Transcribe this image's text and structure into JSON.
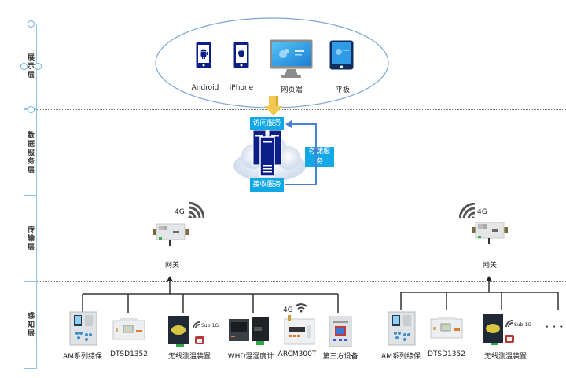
{
  "layers": [
    {
      "id": "presentation",
      "label": "展示层"
    },
    {
      "id": "data-service",
      "label": "数据服务层"
    },
    {
      "id": "transport",
      "label": "传输层"
    },
    {
      "id": "perception",
      "label": "感知层"
    }
  ],
  "presentation": {
    "clients": [
      {
        "name": "android",
        "label": "Android",
        "icon": "android-phone-icon"
      },
      {
        "name": "iphone",
        "label": "iPhone",
        "icon": "iphone-icon"
      },
      {
        "name": "web",
        "label": "网页端",
        "icon": "monitor-icon"
      },
      {
        "name": "tablet",
        "label": "平板",
        "icon": "tablet-icon"
      }
    ]
  },
  "data_service": {
    "access_service": "访问服务",
    "storage_service": "存储服务",
    "receive_service": "接收服务"
  },
  "transport": {
    "gateways": [
      {
        "label": "网关",
        "signal": "4G"
      },
      {
        "label": "网关",
        "signal": "4G"
      }
    ]
  },
  "perception": {
    "group1": [
      {
        "label": "AM系列综保"
      },
      {
        "label": "DTSD1352"
      },
      {
        "label": "无线测温装置",
        "signal": "Sub-1G"
      },
      {
        "label": "WHD温湿度计"
      },
      {
        "label": "ARCM300T",
        "signal": "4G"
      },
      {
        "label": "第三方设备"
      }
    ],
    "group2": [
      {
        "label": "AM系列综保"
      },
      {
        "label": "DTSD1352"
      },
      {
        "label": "无线测温装置",
        "signal": "Sub-1G"
      }
    ],
    "more": "· · ·"
  },
  "colors": {
    "service_blue": "#12a8e6",
    "device_navy": "#0b1f8a",
    "ellipse_stroke": "#7aa6d6",
    "arrow_blue": "#4a7fd6",
    "down_arrow_yellow": "#f1c850",
    "layer_border": "#8ec3ee"
  }
}
